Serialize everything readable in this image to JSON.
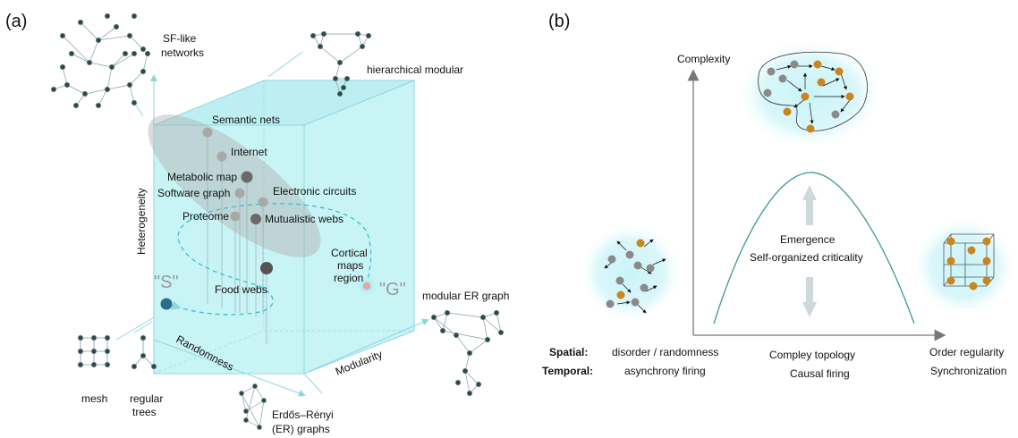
{
  "panel_a": {
    "tag": "(a)",
    "axes": {
      "heterogeneity": "Heterogeneity",
      "randomness": "Randomness",
      "modularity": "Modularity"
    },
    "corner_labels": {
      "sf_like": [
        "SF-like",
        "networks"
      ],
      "hierarchical": "hierarchical modular",
      "modular_er": "modular ER graph",
      "mesh": "mesh",
      "regular_trees": [
        "regular",
        "trees"
      ],
      "er_graphs": [
        "Erdős–Rényi",
        "(ER) graphs"
      ]
    },
    "systems": [
      {
        "name": "Semantic nets",
        "shade": "#a8a8a8"
      },
      {
        "name": "Internet",
        "shade": "#a8a8a8"
      },
      {
        "name": "Metabolic map",
        "shade": "#6a6a6a"
      },
      {
        "name": "Software graph",
        "shade": "#a8a8a8"
      },
      {
        "name": "Electronic circuits",
        "shade": "#a8a8a8"
      },
      {
        "name": "Proteome",
        "shade": "#a8a8a8"
      },
      {
        "name": "Mutualistic webs",
        "shade": "#6a6a6a"
      },
      {
        "name": "Food webs",
        "shade": "#555555"
      }
    ],
    "cortical": [
      "Cortical",
      "maps",
      "region"
    ],
    "marker_s": "\"S\"",
    "marker_g": "\"G\"",
    "colors": {
      "cube": "#c5f3f5",
      "cube_edge": "#8fd6df",
      "ellipse": "#b0b0b0",
      "s_node": "#2a6f8a"
    }
  },
  "panel_b": {
    "tag": "(b)",
    "y_axis": "Complexity",
    "center": [
      "Emergence",
      "Self-organized criticality"
    ],
    "row_heads": {
      "spatial": "Spatial:",
      "temporal": "Temporal:"
    },
    "left": {
      "spatial": "disorder / randomness",
      "temporal": "asynchrony firing"
    },
    "middle": {
      "spatial": "Compley topology",
      "temporal": "Causal firing"
    },
    "right": {
      "spatial": "Order regularity",
      "temporal": "Synchronization"
    },
    "colors": {
      "gray_node": "#8a8a8a",
      "orange_node": "#c8871a",
      "curve": "#3a9a9a"
    }
  }
}
